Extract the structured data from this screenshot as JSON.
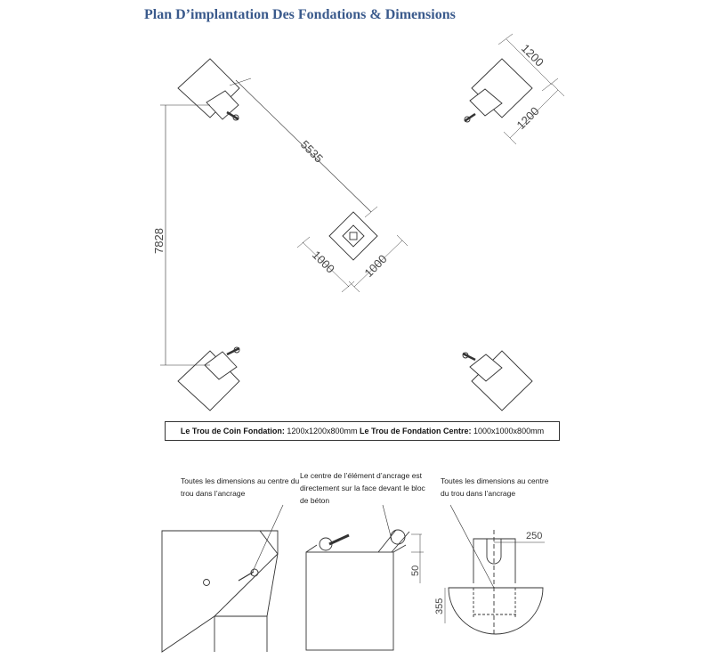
{
  "title": "Plan D’implantation Des Fondations & Dimensions",
  "dimensions": {
    "diagonal": "5535",
    "vertical": "7828",
    "corner_a": "1200",
    "corner_b": "1200",
    "center_a": "1000",
    "center_b": "1000",
    "offset_top": "250",
    "offset_side": "50",
    "depth": "355"
  },
  "spec": {
    "corner_label": "Le Trou de Coin Fondation:",
    "corner_value": "1200x1200x800mm",
    "center_label": "Le Trou de Fondation Centre:",
    "center_value": "1000x1000x800mm"
  },
  "notes": {
    "left": "Toutes les dimensions au centre du trou dans l’ancrage",
    "middle": "Le centre de l’élément d’ancrage est directement sur la face devant le bloc de béton",
    "right": "Toutes les dimensions au centre du trou dans l’ancrage"
  }
}
